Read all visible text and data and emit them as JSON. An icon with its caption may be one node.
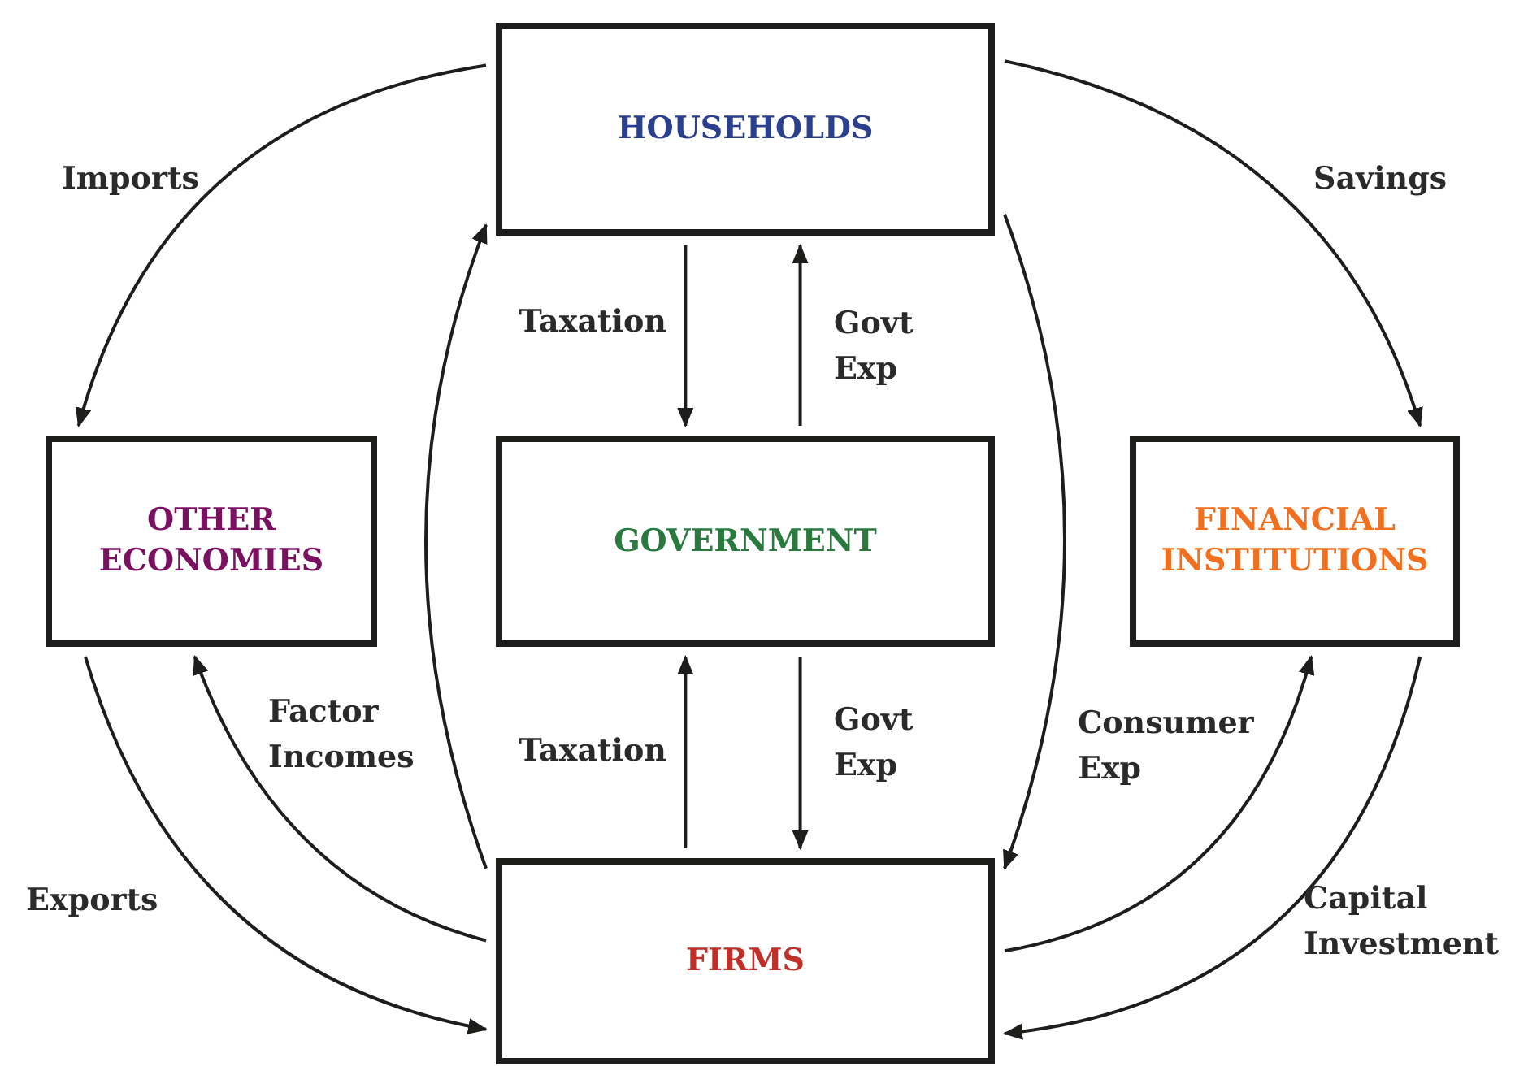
{
  "diagram": {
    "nodes": [
      {
        "text": [
          "HOUSEHOLDS"
        ]
      },
      {
        "text": [
          "OTHER ECONOMIES"
        ]
      },
      {
        "text": [
          "GOVERNMENT"
        ]
      },
      {
        "text": [
          "FINANCIAL INSTITUTIONS"
        ]
      },
      {
        "text": [
          "FIRMS"
        ]
      }
    ],
    "edges": [
      {
        "from": 0,
        "to": 1,
        "arrow": "to",
        "label": "Imports"
      },
      {
        "from": 0,
        "to": 3,
        "arrow": "to",
        "label": "Savings"
      },
      {
        "from": 0,
        "to": 2,
        "arrow": "to",
        "label": "Taxation"
      },
      {
        "from": 2,
        "to": 0,
        "arrow": "to",
        "label": "Govt Exp"
      },
      {
        "from": 4,
        "to": 2,
        "arrow": "to",
        "label": "Taxation"
      },
      {
        "from": 2,
        "to": 4,
        "arrow": "to",
        "label": "Govt Exp"
      },
      {
        "from": 1,
        "to": 4,
        "arrow": "to",
        "label": "Exports"
      },
      {
        "from": 4,
        "to": 1,
        "arrow": "to"
      },
      {
        "from": 4,
        "to": 0,
        "arrow": "to",
        "label": "Factor Incomes"
      },
      {
        "from": 0,
        "to": 4,
        "arrow": "to",
        "label": "Consumer Exp"
      },
      {
        "from": 4,
        "to": 3,
        "arrow": "to"
      },
      {
        "from": 3,
        "to": 4,
        "arrow": "to",
        "label": "Capital Investment"
      }
    ]
  }
}
